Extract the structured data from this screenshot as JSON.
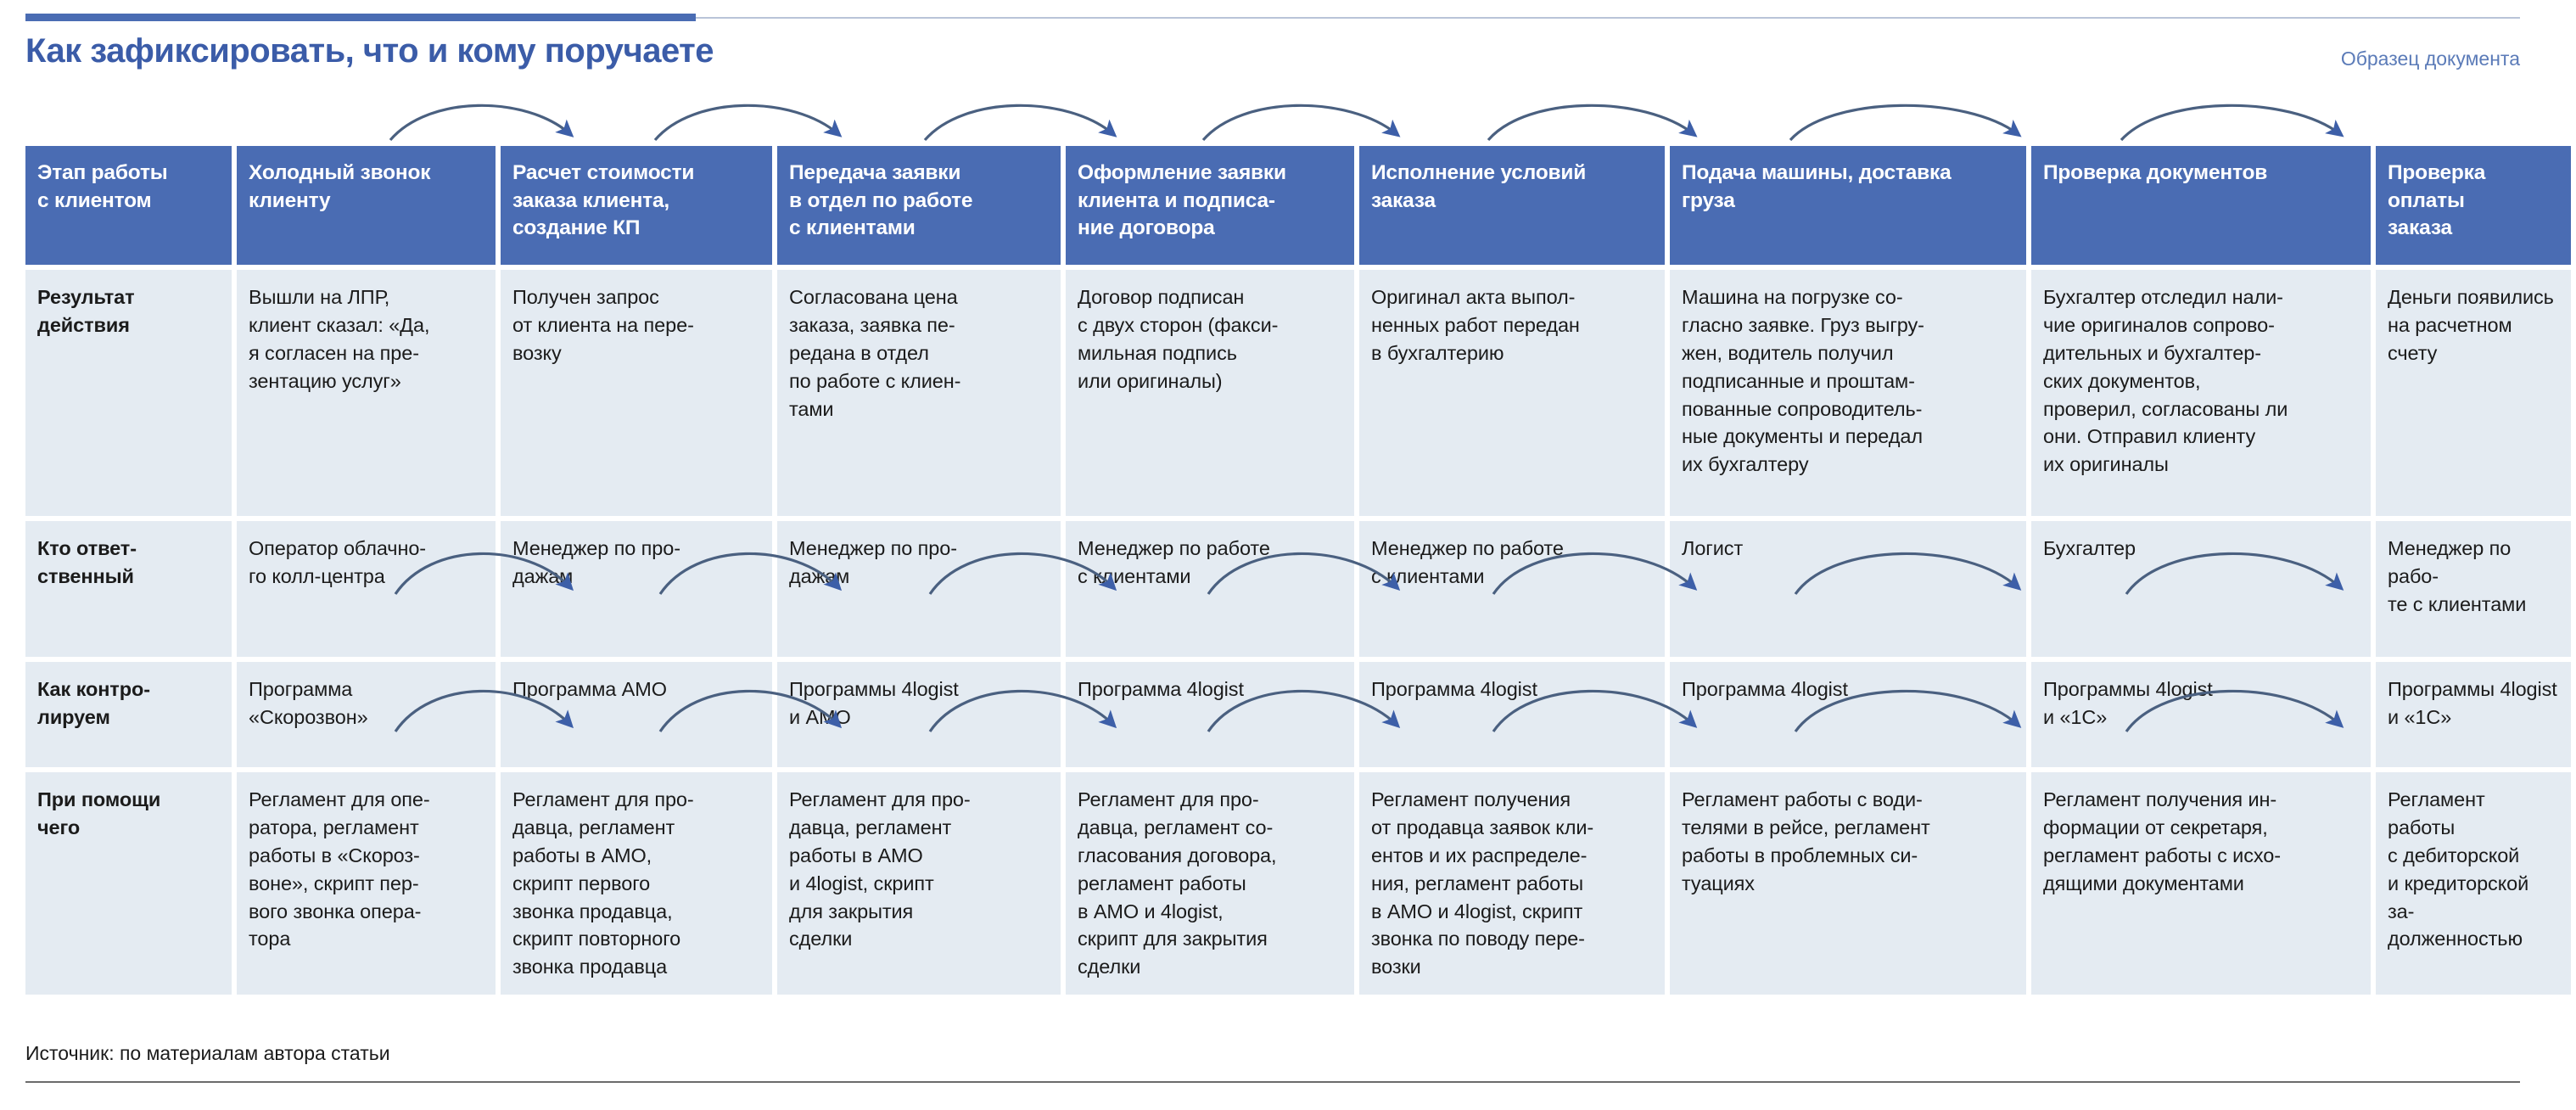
{
  "header": {
    "title": "Как зафиксировать, что и кому поручаете",
    "doc_label": "Образец документа",
    "accent_color": "#4a6cb3",
    "title_color": "#3b5ca8"
  },
  "table": {
    "columns": [
      "Этап работы\nс клиентом",
      "Холодный звонок\nклиенту",
      "Расчет стоимости\nзаказа клиента,\nсоздание КП",
      "Передача заявки\nв отдел по работе\nс клиентами",
      "Оформление заявки\nклиента и подписа-\nние договора",
      "Исполнение условий\nзаказа",
      "Подача машины, доставка\nгруза",
      "Проверка документов",
      "Проверка оплаты\nзаказа"
    ],
    "rows": [
      {
        "label": "Результат\nдействия",
        "cells": [
          "Вышли на ЛПР,\nклиент сказал: «Да,\nя согласен на пре-\nзентацию услуг»",
          "Получен запрос\nот клиента на пере-\nвозку",
          "Согласована цена\nзаказа, заявка пе-\nредана в отдел\nпо работе с клиен-\nтами",
          "Договор подписан\nс двух сторон (факси-\nмильная подпись\nили оригиналы)",
          "Оригинал акта выпол-\nненных работ передан\nв бухгалтерию",
          "Машина на погрузке со-\nгласно заявке. Груз выгру-\nжен, водитель получил\nподписанные и проштам-\nпованные сопроводитель-\nные документы и передал\nих бухгалтеру",
          "Бухгалтер отследил нали-\nчие оригиналов сопрово-\nдительных и бухгалтер-\nских документов,\nпроверил, согласованы ли\nони. Отправил клиенту\nих оригиналы",
          "Деньги появились\nна расчетном счету"
        ]
      },
      {
        "label": "Кто ответ-\nственный",
        "cells": [
          "Оператор облачно-\nго колл-центра",
          "Менеджер по про-\nдажам",
          "Менеджер по про-\nдажам",
          "Менеджер по работе\nс клиентами",
          "Менеджер по работе\nс клиентами",
          "Логист",
          "Бухгалтер",
          "Менеджер по рабо-\nте с клиентами"
        ]
      },
      {
        "label": "Как контро-\nлируем",
        "cells": [
          "Программа\n«Скорозвон»",
          "Программа АМО",
          "Программы 4logist\nи АМО",
          "Программа 4logist",
          "Программа 4logist",
          "Программа 4logist",
          "Программы 4logist\nи «1С»",
          "Программы 4logist\nи «1С»"
        ]
      },
      {
        "label": "При помощи\nчего",
        "cells": [
          "Регламент для опе-\nратора, регламент\nработы в «Скороз-\nвоне», скрипт пер-\nвого звонка опера-\nтора",
          "Регламент для про-\nдавца, регламент\nработы в АМО,\nскрипт первого\nзвонка продавца,\nскрипт повторного\nзвонка продавца",
          "Регламент для про-\nдавца, регламент\nработы в АМО\nи 4logist, скрипт\nдля закрытия\nсделки",
          "Регламент для про-\nдавца, регламент со-\nгласования договора,\nрегламент работы\nв АМО и 4logist,\nскрипт для закрытия\nсделки",
          "Регламент получения\nот продавца заявок кли-\nентов и их распределе-\nния, регламент работы\nв АМО и 4logist, скрипт\nзвонка по поводу пере-\nвозки",
          "Регламент работы с води-\nтелями в рейсе, регламент\nработы в проблемных си-\nтуациях",
          "Регламент получения ин-\nформации от секретаря,\nрегламент работы с исхо-\nдящими документами",
          "Регламент работы\nс дебиторской\nи кредиторской за-\nдолженностью"
        ]
      }
    ]
  },
  "footer": {
    "source": "Источник: по материалам автора статьи"
  }
}
